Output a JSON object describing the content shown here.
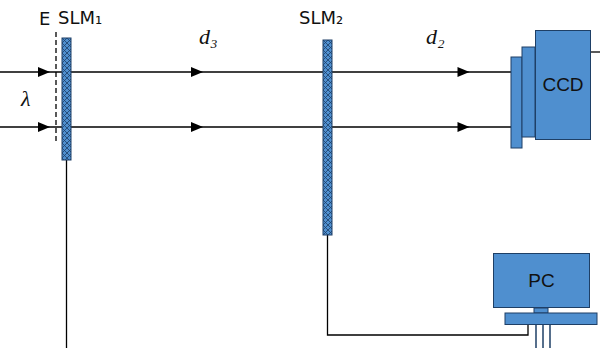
{
  "diagram": {
    "nodes": [
      {
        "text": [
          "SLM₁"
        ]
      },
      {
        "text": [
          "SLM₂"
        ]
      },
      {
        "text": [
          "CCD"
        ]
      },
      {
        "text": [
          "PC"
        ]
      }
    ],
    "edges": [
      {
        "from": 0,
        "to": 1,
        "arrow": "to",
        "label": "d₃"
      },
      {
        "from": 0,
        "to": 1,
        "arrow": "to"
      },
      {
        "from": 1,
        "to": 2,
        "arrow": "to",
        "label": "d₂"
      },
      {
        "from": 1,
        "to": 2,
        "arrow": "to"
      },
      {
        "from": 1,
        "to": 3,
        "arrow": "none"
      }
    ],
    "labels": [
      "E",
      "λ"
    ]
  }
}
